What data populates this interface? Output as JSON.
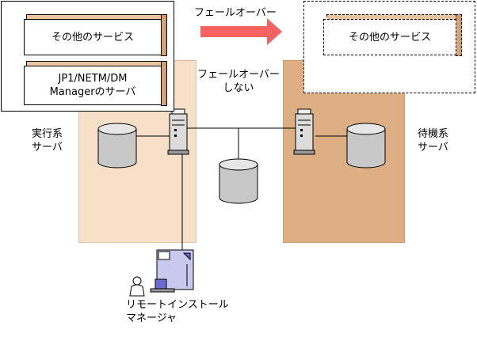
{
  "active_server": {
    "label_line1": "実行系",
    "label_line2": "サーバ"
  },
  "standby_server": {
    "label_line1": "待機系",
    "label_line2": "サーバ"
  },
  "failover_arrow_label": "フェールオーバー",
  "no_failover_label": {
    "line1": "フェールオーバー",
    "line2": "しない"
  },
  "active_services": {
    "other_service": "その他のサービス",
    "jp1_line1": "JP1/NETM/DM",
    "jp1_line2": "Managerのサーバ"
  },
  "standby_services": {
    "other_service": "その他のサービス"
  },
  "remote_installer": {
    "line1": "リモートインストール",
    "line2": "マネージャ"
  },
  "colors": {
    "active_bg": "#f8dfc8",
    "standby_bg": "#deae84",
    "arrow": "#f46262",
    "box_side": "#d09a6a",
    "box_top": "#e8c4a0"
  }
}
